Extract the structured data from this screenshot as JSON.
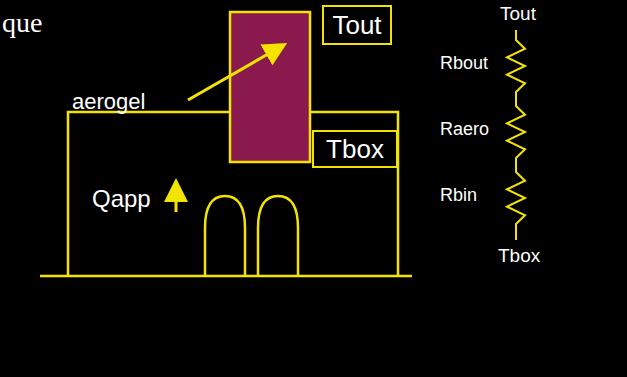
{
  "diagram": {
    "nodes": [
      {
        "text": [
          "Tout"
        ]
      },
      {
        "text": [
          "Tbox"
        ]
      }
    ],
    "labels": [
      "que",
      "aerogel",
      "Qapp",
      "Tout",
      "Rbout",
      "Raero",
      "Rbin",
      "Tbox"
    ]
  }
}
